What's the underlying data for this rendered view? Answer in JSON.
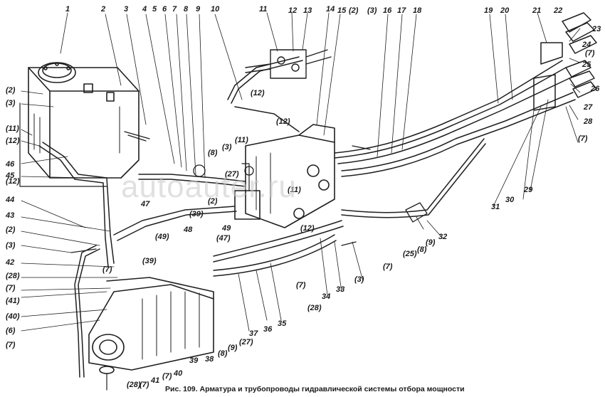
{
  "figure": {
    "caption": "Рис. 109. Арматура и трубопроводы гидравлической системы отбора мощности",
    "watermark": "autoauter.ru"
  },
  "callouts": [
    {
      "text": "1"
    },
    {
      "text": "2"
    },
    {
      "text": "3"
    },
    {
      "text": "4"
    },
    {
      "text": "5"
    },
    {
      "text": "6"
    },
    {
      "text": "7"
    },
    {
      "text": "8"
    },
    {
      "text": "9"
    },
    {
      "text": "10"
    },
    {
      "text": "11"
    },
    {
      "text": "12"
    },
    {
      "text": "13"
    },
    {
      "text": "14"
    },
    {
      "text": "15"
    },
    {
      "text": "(2)"
    },
    {
      "text": "(3)"
    },
    {
      "text": "16"
    },
    {
      "text": "17"
    },
    {
      "text": "18"
    },
    {
      "text": "19"
    },
    {
      "text": "20"
    },
    {
      "text": "21"
    },
    {
      "text": "22"
    },
    {
      "text": "23"
    },
    {
      "text": "24"
    },
    {
      "text": "(7)"
    },
    {
      "text": "25"
    },
    {
      "text": "26"
    },
    {
      "text": "27"
    },
    {
      "text": "28"
    },
    {
      "text": "(7)"
    },
    {
      "text": "29"
    },
    {
      "text": "30"
    },
    {
      "text": "31"
    },
    {
      "text": "32"
    },
    {
      "text": "(9)"
    },
    {
      "text": "(8)"
    },
    {
      "text": "(25)"
    },
    {
      "text": "(7)"
    },
    {
      "text": "(3)"
    },
    {
      "text": "33"
    },
    {
      "text": "34"
    },
    {
      "text": "(28)"
    },
    {
      "text": "(7)"
    },
    {
      "text": "(12)"
    },
    {
      "text": "35"
    },
    {
      "text": "36"
    },
    {
      "text": "37"
    },
    {
      "text": "(27)"
    },
    {
      "text": "(9)"
    },
    {
      "text": "(8)"
    },
    {
      "text": "38"
    },
    {
      "text": "39"
    },
    {
      "text": "40"
    },
    {
      "text": "(7)"
    },
    {
      "text": "41"
    },
    {
      "text": "(7)"
    },
    {
      "text": "(28)"
    },
    {
      "text": "(7)"
    },
    {
      "text": "(6)"
    },
    {
      "text": "(40)"
    },
    {
      "text": "(41)"
    },
    {
      "text": "(7)"
    },
    {
      "text": "(28)"
    },
    {
      "text": "42"
    },
    {
      "text": "(3)"
    },
    {
      "text": "(2)"
    },
    {
      "text": "43"
    },
    {
      "text": "44"
    },
    {
      "text": "45"
    },
    {
      "text": "46"
    },
    {
      "text": "(12)"
    },
    {
      "text": "(11)"
    },
    {
      "text": "(3)"
    },
    {
      "text": "(2)"
    },
    {
      "text": "47"
    },
    {
      "text": "(49)"
    },
    {
      "text": "(39)"
    },
    {
      "text": "48"
    },
    {
      "text": "(39)"
    },
    {
      "text": "49"
    },
    {
      "text": "(47)"
    },
    {
      "text": "(2)"
    },
    {
      "text": "(27)"
    },
    {
      "text": "(8)"
    },
    {
      "text": "(3)"
    },
    {
      "text": "(11)"
    },
    {
      "text": "(12)"
    },
    {
      "text": "(11)"
    },
    {
      "text": "(12)"
    },
    {
      "text": "(7)"
    },
    {
      "text": "(12)"
    }
  ]
}
